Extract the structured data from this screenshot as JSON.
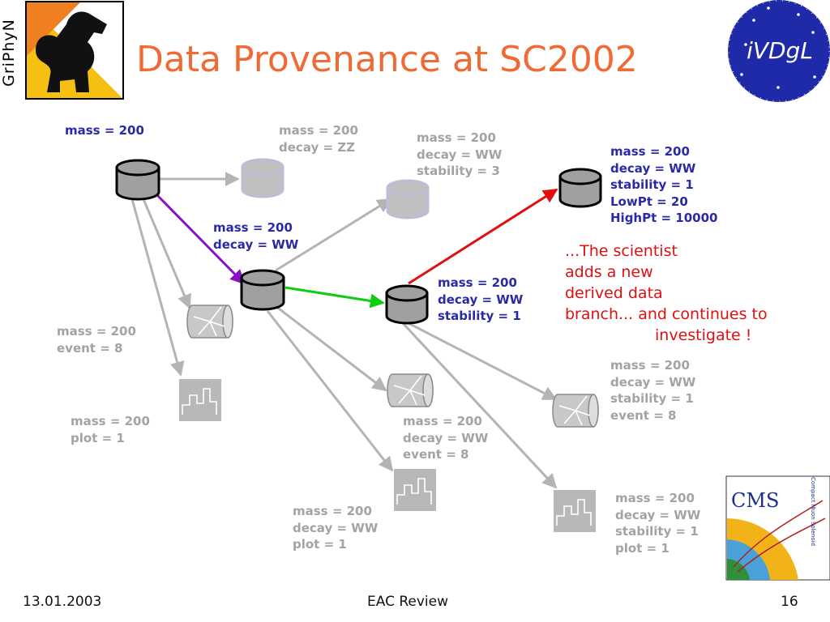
{
  "slide": {
    "title": "Data Provenance at SC2002",
    "footer": {
      "date": "13.01.2003",
      "center": "EAC Review",
      "page": "16"
    }
  },
  "logos": {
    "griphyn": "GriPhyN",
    "ivdgl": "iVDgL",
    "cms": "CMS",
    "cms_subtitle": "Compact Muon Solenoid"
  },
  "labels": {
    "root": [
      "mass = 200"
    ],
    "zz": [
      "mass = 200",
      "decay = ZZ"
    ],
    "ww_s3": [
      "mass = 200",
      "decay = WW",
      "stability = 3"
    ],
    "ww": [
      "mass = 200",
      "decay = WW"
    ],
    "ww_s1": [
      "mass = 200",
      "decay = WW",
      "stability = 1"
    ],
    "lowpt": [
      "mass = 200",
      "decay = WW",
      "stability = 1",
      "LowPt = 20",
      "HighPt = 10000"
    ],
    "root_event": [
      "mass = 200",
      "event = 8"
    ],
    "root_plot": [
      "mass = 200",
      "plot = 1"
    ],
    "ww_event": [
      "mass = 200",
      "decay = WW",
      "event = 8"
    ],
    "ww_plot": [
      "mass = 200",
      "decay = WW",
      "plot = 1"
    ],
    "s1_event": [
      "mass = 200",
      "decay = WW",
      "stability = 1",
      "event = 8"
    ],
    "s1_plot": [
      "mass = 200",
      "decay = WW",
      "stability = 1",
      "plot = 1"
    ]
  },
  "note": {
    "lines": [
      "...The scientist",
      "adds a new",
      "derived data",
      "branch... and continues to",
      "investigate !"
    ]
  },
  "colors": {
    "title": "#f06a35",
    "active_text": "#2a2aa6",
    "faded_text": "#a3a3a3",
    "note_text": "#e01010",
    "edge_gray": "#b4b4b4",
    "edge_purple": "#8a10c8",
    "edge_green": "#10cc10",
    "edge_red": "#e01010"
  },
  "icons": [
    "database-icon",
    "event-data-icon",
    "histogram-plot-icon"
  ]
}
